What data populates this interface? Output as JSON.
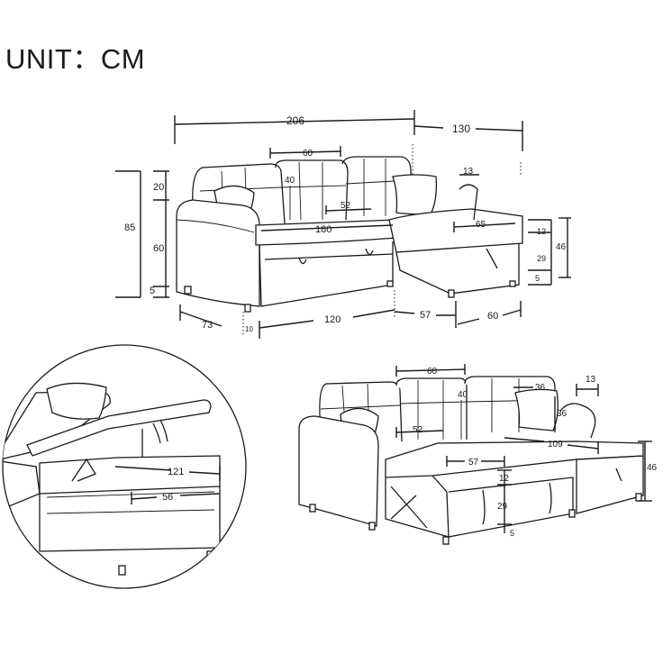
{
  "title": "UNIT：CM",
  "top_view": {
    "dims": {
      "total_width": "206",
      "chaise_width": "130",
      "cushion_width": "60",
      "back_height_detail": "40",
      "armrest_top": "20",
      "total_height": "85",
      "seat_height": "60",
      "leg_height": "5",
      "seat_depth": "52",
      "seat_length": "180",
      "arm_width": "13",
      "chaise_inner": "65",
      "chaise_height": "46",
      "chaise_cushion": "12",
      "chaise_storage": "29",
      "chaise_leg": "5",
      "sofa_depth": "73",
      "base_length": "120",
      "leg_offset": "10",
      "chaise_gap": "57",
      "chaise_depth": "60"
    }
  },
  "detail_view": {
    "dims": {
      "storage_depth": "121",
      "storage_inner": "56"
    }
  },
  "bed_view": {
    "dims": {
      "cushion_width": "60",
      "back_height": "40",
      "back_cushion": "36",
      "arm_width": "13",
      "pillow_height": "36",
      "seat_depth": "52",
      "bed_length": "109",
      "bed_depth": "57",
      "mattress": "12",
      "frame_height": "29",
      "leg": "5",
      "chaise_height": "46"
    }
  },
  "colors": {
    "line": "#1a1a1a",
    "background": "#ffffff"
  }
}
